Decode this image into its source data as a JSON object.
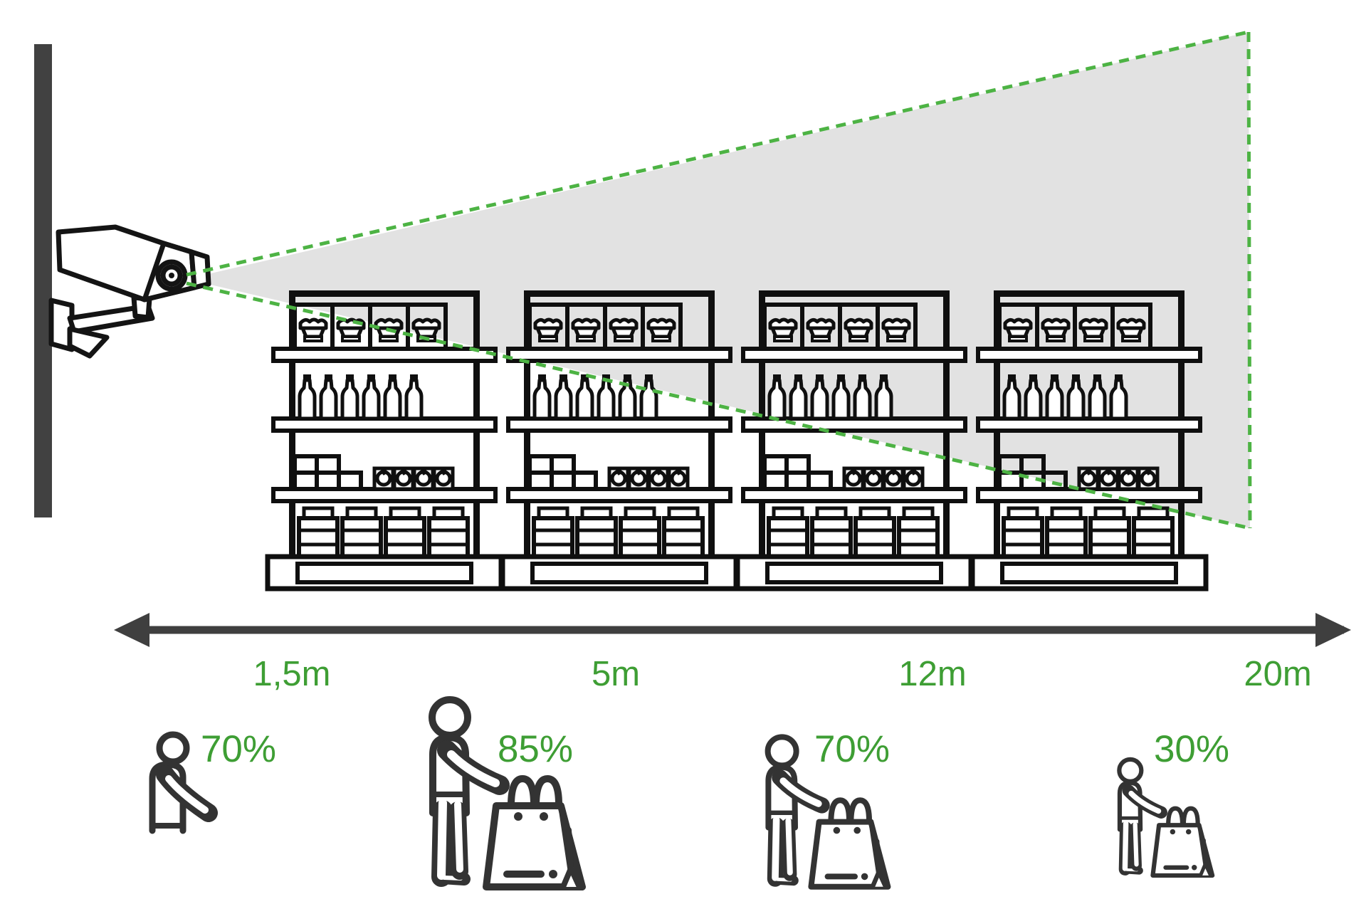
{
  "diagram": {
    "type": "camera-coverage-illustration",
    "colors": {
      "accent_green": "#3e9e34",
      "dash_green": "#4db344",
      "fov_fill": "#e2e2e2",
      "figure_gray": "#333333",
      "wall_gray": "#414141",
      "shelf_outline": "#0f0f0f"
    },
    "camera": {
      "icon": "cctv-camera-icon"
    },
    "fov": {
      "icon": "field-of-view-cone"
    },
    "shelves": {
      "icon": "store-shelf-icon",
      "count": 4
    },
    "axis": {
      "icon": "double-headed-arrow-icon",
      "orientation": "horizontal"
    },
    "measurements": [
      {
        "distance": "1,5m",
        "accuracy": "70%",
        "figure_icon": "person-upper-body-icon"
      },
      {
        "distance": "5m",
        "accuracy": "85%",
        "figure_icon": "person-with-shopping-bag-icon"
      },
      {
        "distance": "12m",
        "accuracy": "70%",
        "figure_icon": "person-with-shopping-bag-icon"
      },
      {
        "distance": "20m",
        "accuracy": "30%",
        "figure_icon": "person-with-shopping-bag-icon"
      }
    ]
  }
}
